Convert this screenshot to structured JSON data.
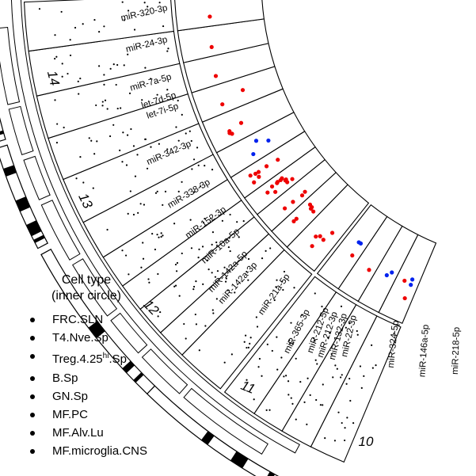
{
  "chromosomes": [
    {
      "label": "14",
      "rotate": 76
    },
    {
      "label": "13",
      "rotate": 64
    },
    {
      "label": "12",
      "rotate": 46
    },
    {
      "label": "11",
      "rotate": 22
    },
    {
      "label": "10",
      "rotate": 0
    }
  ],
  "mirna_labels": [
    {
      "text": "miR-320-3p"
    },
    {
      "text": "miR-24-3p"
    },
    {
      "text": "miR-7a-5p"
    },
    {
      "text": "let-7d-5p"
    },
    {
      "text": "let-7i-5p"
    },
    {
      "text": "miR-342-3p"
    },
    {
      "text": "miR-338-3p"
    },
    {
      "text": "miR-152-3p"
    },
    {
      "text": "miR-10a-5p"
    },
    {
      "text": "miR-142a-5p"
    },
    {
      "text": "miR-142a-3p"
    },
    {
      "text": "miR-21a-5p"
    },
    {
      "text": "miR-365-3p"
    },
    {
      "text": "miR-212-5p"
    },
    {
      "text": "miR-212-3p"
    },
    {
      "text": "miR-132-3p"
    },
    {
      "text": "miR-22-3p"
    },
    {
      "text": "miR-324-5p"
    },
    {
      "text": "miR-146a-5p"
    },
    {
      "text": "miR-218-5p"
    }
  ],
  "legend": {
    "title_line1": "Cell type",
    "title_line2": "(inner circle)",
    "items": [
      {
        "label": "FRC.SLN"
      },
      {
        "label": "T4.Nve.Sp"
      },
      {
        "label": "Treg.4.25",
        "sup": "hi",
        "suffix": ".Sp"
      },
      {
        "label": "B.Sp"
      },
      {
        "label": "GN.Sp"
      },
      {
        "label": "MF.PC"
      },
      {
        "label": "MF.Alv.Lu"
      },
      {
        "label": "MF.microglia.CNS"
      }
    ]
  },
  "colors": {
    "red": "#ee0000",
    "blue": "#0022ee",
    "ink": "#000000"
  }
}
